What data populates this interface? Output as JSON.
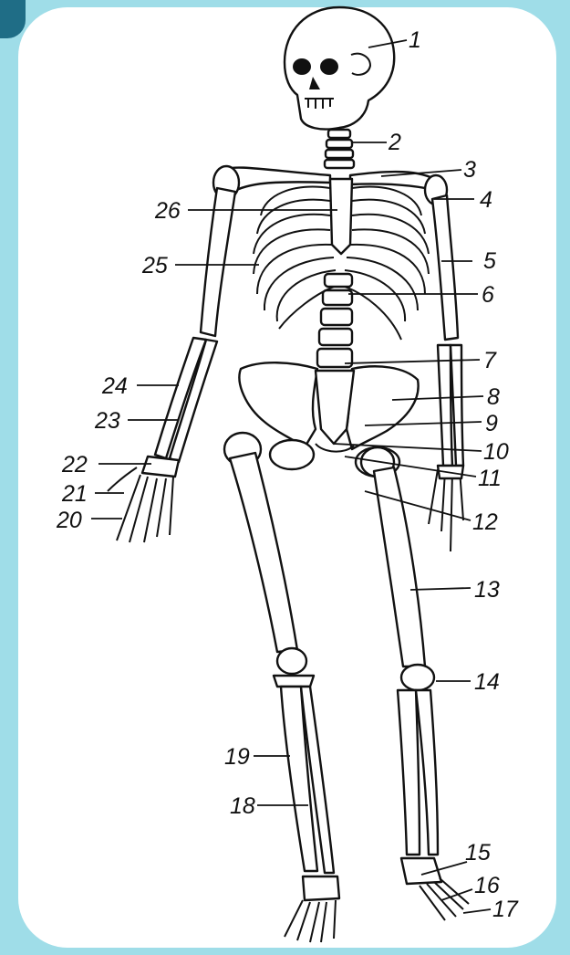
{
  "labels": [
    "1",
    "2",
    "3",
    "4",
    "5",
    "6",
    "7",
    "8",
    "9",
    "10",
    "11",
    "12",
    "13",
    "14",
    "15",
    "16",
    "17",
    "18",
    "19",
    "20",
    "21",
    "22",
    "23",
    "24",
    "25",
    "26"
  ],
  "colors": {
    "background": "#9fdde8",
    "card": "#ffffff",
    "ink": "#111111",
    "corner": "#1f6d86"
  }
}
